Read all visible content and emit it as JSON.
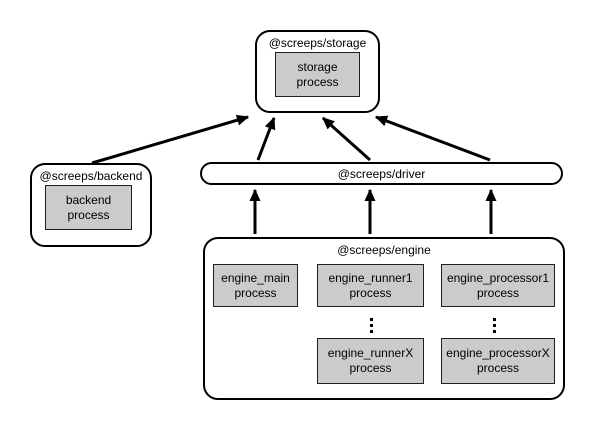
{
  "diagram": {
    "storage": {
      "title": "@screeps/storage",
      "process": "storage\nprocess"
    },
    "backend": {
      "title": "@screeps/backend",
      "process": "backend\nprocess"
    },
    "driver": {
      "title": "@screeps/driver"
    },
    "engine": {
      "title": "@screeps/engine",
      "main_process": "engine_main\nprocess",
      "runner1_process": "engine_runner1\nprocess",
      "runnerX_process": "engine_runnerX\nprocess",
      "processor1_process": "engine_processor1\nprocess",
      "processorX_process": "engine_processorX\nprocess",
      "runner_ellipsis_icon": "vertical-ellipsis",
      "processor_ellipsis_icon": "vertical-ellipsis"
    },
    "edges": [
      {
        "from": "backend",
        "to": "storage"
      },
      {
        "from": "driver",
        "to": "storage"
      },
      {
        "from": "driver",
        "to": "storage"
      },
      {
        "from": "driver",
        "to": "storage"
      },
      {
        "from": "engine",
        "to": "driver"
      },
      {
        "from": "engine",
        "to": "driver"
      },
      {
        "from": "engine",
        "to": "driver"
      }
    ],
    "colors": {
      "node_fill": "#ffffff",
      "process_fill": "#cbcbcb",
      "line": "#000000"
    }
  }
}
